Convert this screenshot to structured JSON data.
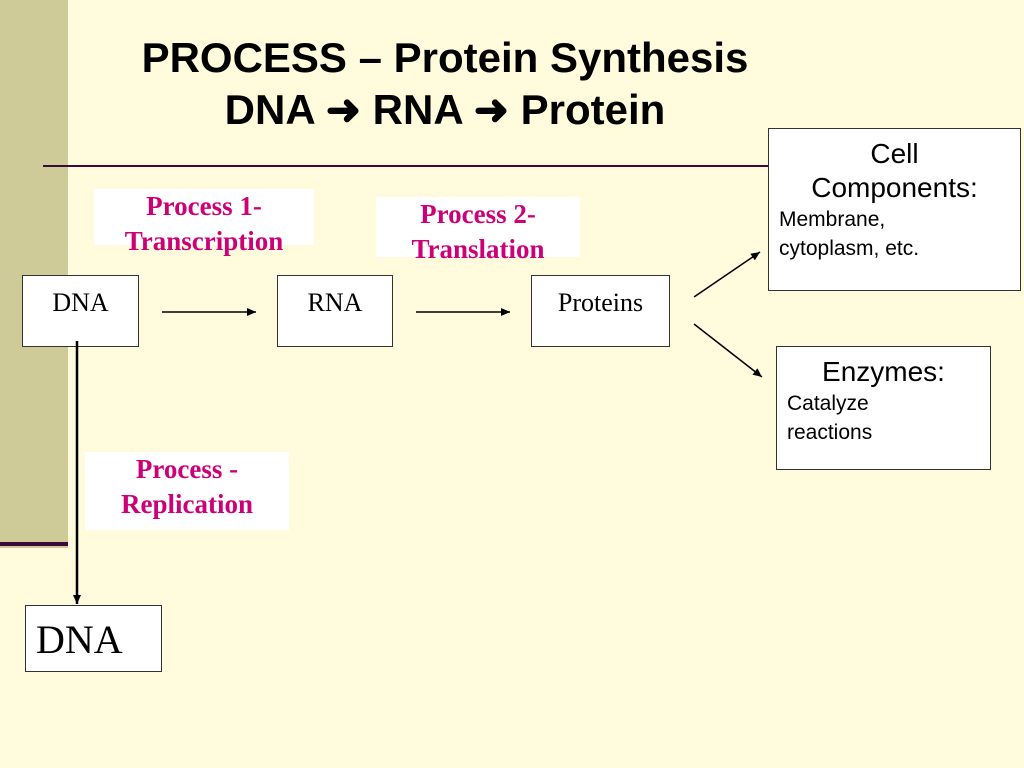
{
  "title": {
    "line1": "PROCESS – Protein Synthesis",
    "line2": "DNA  RNA  Protein",
    "arrow_icon": "right-arrow-icon"
  },
  "nodes": {
    "dna": "DNA",
    "rna": "RNA",
    "proteins": "Proteins",
    "dna_copy": "DNA"
  },
  "processes": {
    "transcription": {
      "line1": "Process 1-",
      "line2": "Transcription"
    },
    "translation": {
      "line1": "Process 2-",
      "line2": "Translation"
    },
    "replication": {
      "line1": "Process -",
      "line2": "Replication"
    }
  },
  "outcomes": {
    "cell_components": {
      "heading_line1": "Cell",
      "heading_line2": "Components:",
      "detail_line1": "Membrane,",
      "detail_line2": "cytoplasm, etc."
    },
    "enzymes": {
      "heading": "Enzymes:",
      "detail_line1": "Catalyze",
      "detail_line2": "reactions"
    }
  },
  "colors": {
    "background": "#fffbdc",
    "side_bar": "#cfcb98",
    "rule": "#3a0b3a",
    "process_label": "#cc0077"
  }
}
